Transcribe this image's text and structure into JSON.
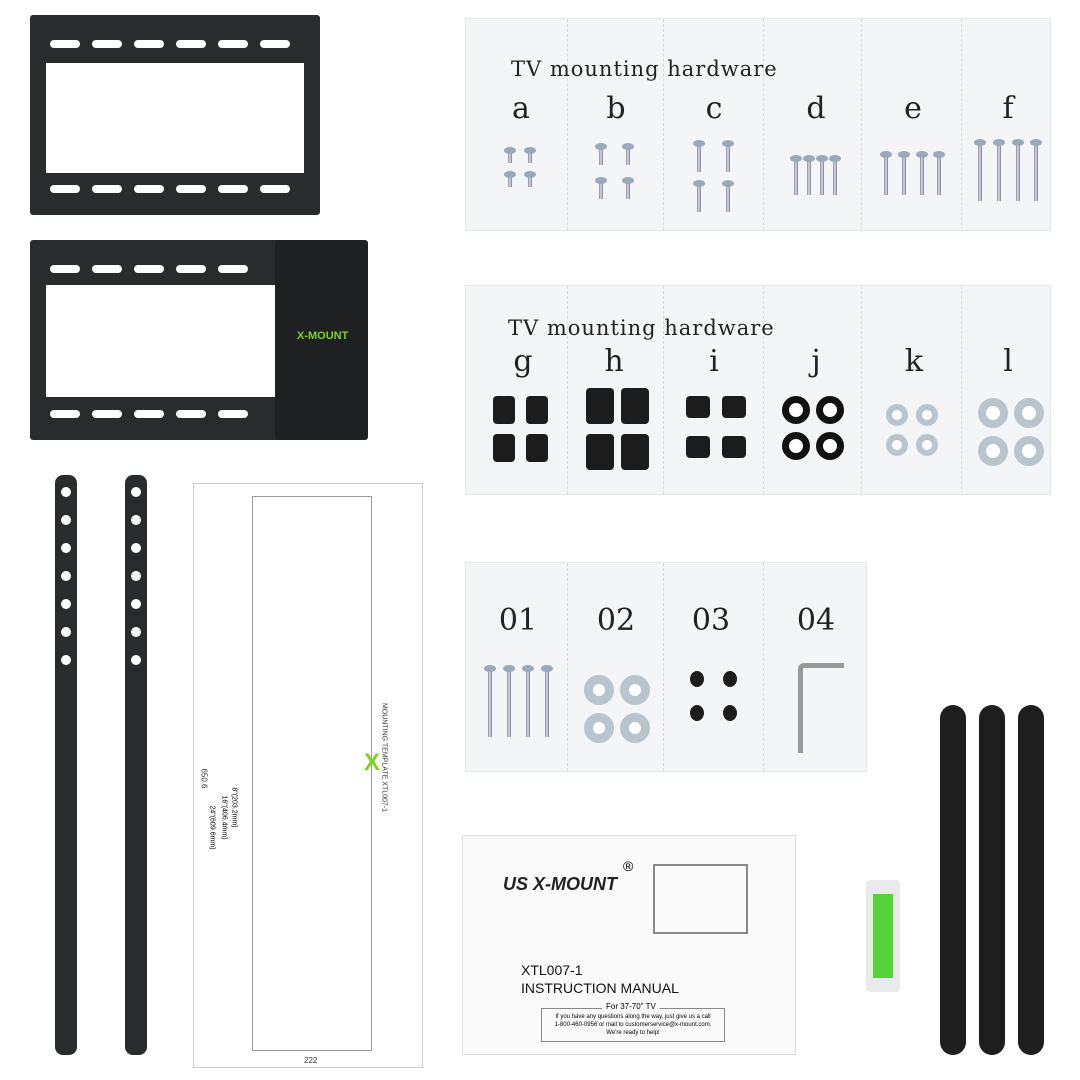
{
  "brand": {
    "logo": "US X-MOUNT",
    "registered": "®",
    "accent": "#7ed321"
  },
  "hardware_bag_1": {
    "title": "TV mounting hardware",
    "items": [
      "a",
      "b",
      "c",
      "d",
      "e",
      "f"
    ]
  },
  "hardware_bag_2": {
    "title": "TV mounting hardware",
    "items": [
      "g",
      "h",
      "i",
      "j",
      "k",
      "l"
    ]
  },
  "hardware_bag_3": {
    "items": [
      "01",
      "02",
      "03",
      "04"
    ]
  },
  "template": {
    "title": "MOUNTING TEMPLATE XTL007-1",
    "height": "650.6",
    "width": "222",
    "dims": [
      "8\"(203.2mm)",
      "16\"(406.4mm)",
      "24\"(609.6mm)"
    ]
  },
  "manual": {
    "model": "XTL007-1",
    "title": "INSTRUCTION MANUAL",
    "size": "For 37-70\" TV",
    "line1": "If you have any questions along the way, just give us a call",
    "line2": "1-800-460-0956 or mail to customerservice@x-mount.com.",
    "line3": "We're ready to help!"
  }
}
